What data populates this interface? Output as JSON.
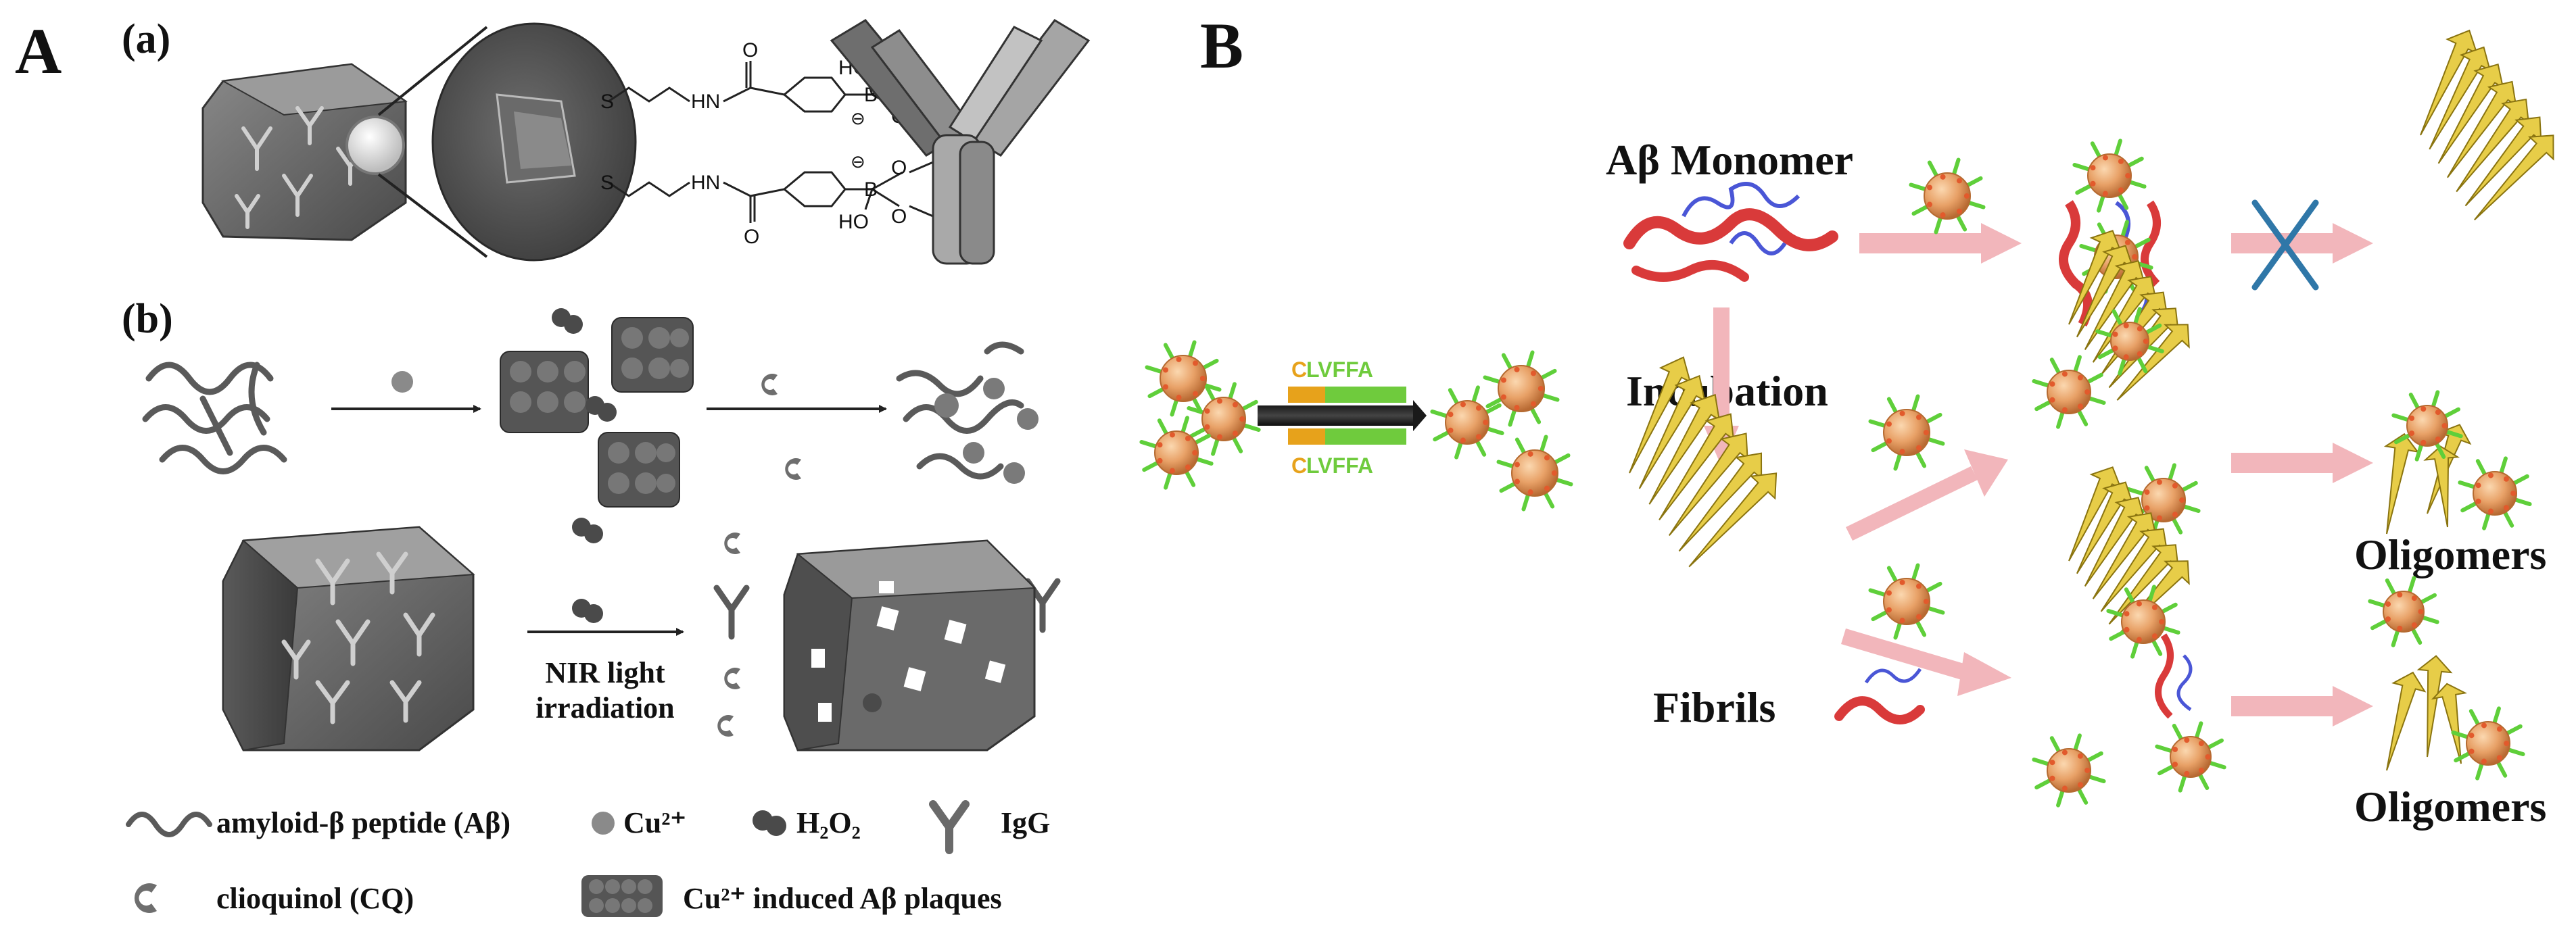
{
  "panel_a": {
    "letter": "A",
    "sub_a": "(a)",
    "sub_b": "(b)",
    "chem": {
      "s_top": "S",
      "s_bot": "S",
      "hn_top": "HN",
      "hn_bot": "HN",
      "o_top": "O",
      "o_bot": "O",
      "ho_top": "HO",
      "ho_bot": "HO",
      "b_top": "B",
      "b_bot": "B",
      "o1": "O",
      "o2": "O",
      "o3": "O",
      "o4": "O",
      "minus": "⊖"
    },
    "nir_line1": "NIR light",
    "nir_line2": "irradiation",
    "legend": {
      "abeta": "amyloid-β peptide (Aβ)",
      "cu": "Cu²⁺",
      "h2o2": "H₂O₂",
      "igg": "IgG",
      "cq": "clioquinol (CQ)",
      "plaques": "Cu²⁺ induced Aβ plaques"
    }
  },
  "panel_b": {
    "letter": "B",
    "monomer": "Aβ Monomer",
    "incubation": "Incubation",
    "fibrils": "Fibrils",
    "oligomers_1": "Oligomers",
    "oligomers_2": "Oligomers",
    "peptide_c": "C",
    "peptide_rest": "LVFFA",
    "peptide_c2": "C",
    "peptide_rest2": "LVFFA"
  },
  "colors": {
    "gray_dark": "#4a4a4a",
    "gray_mid": "#7a7a7a",
    "gray_light": "#b9b9b9",
    "nanoparticle": "#e8a167",
    "ligand_green": "#5fcf3a",
    "pink_arrow": "#f2b6bb",
    "helix_red": "#d93a3a",
    "coil_blue": "#4a56d6",
    "sheet_yellow": "#e7cd48",
    "cross_blue": "#2f77a8",
    "seq_orange": "#e7a21b",
    "seq_green": "#6fcb3d"
  }
}
